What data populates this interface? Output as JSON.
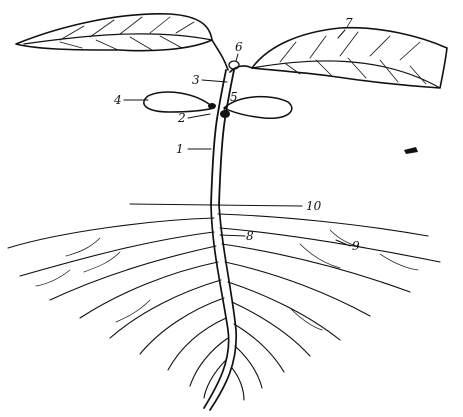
{
  "diagram": {
    "labels": [
      {
        "id": "1",
        "text": "1"
      },
      {
        "id": "2",
        "text": "2"
      },
      {
        "id": "3",
        "text": "3"
      },
      {
        "id": "4",
        "text": "4"
      },
      {
        "id": "5",
        "text": "5"
      },
      {
        "id": "6",
        "text": "6"
      },
      {
        "id": "7",
        "text": "7"
      },
      {
        "id": "8",
        "text": "8"
      },
      {
        "id": "9",
        "text": "9"
      },
      {
        "id": "10",
        "text": "10"
      }
    ],
    "colors": {
      "ink": "#111111",
      "background": "#ffffff"
    }
  }
}
